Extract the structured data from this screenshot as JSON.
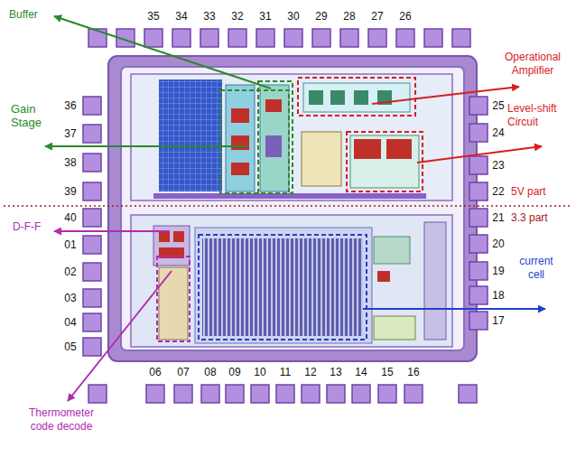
{
  "diagram": {
    "labels": [
      "Buffer",
      "35",
      "34",
      "33",
      "32",
      "31",
      "30",
      "29",
      "28",
      "27",
      "26",
      "Operational Amplifier",
      "Gain Stage",
      "36",
      "37",
      "38",
      "39",
      "25",
      "24",
      "23",
      "22",
      "Level-shift Circuit",
      "5V part",
      "3.3 part",
      "40",
      "01",
      "02",
      "03",
      "04",
      "05",
      "21",
      "20",
      "19",
      "18",
      "17",
      "D-F-F",
      "current cell",
      "06",
      "07",
      "08",
      "09",
      "10",
      "11",
      "12",
      "13",
      "14",
      "15",
      "16",
      "Thermometer code decode"
    ]
  }
}
